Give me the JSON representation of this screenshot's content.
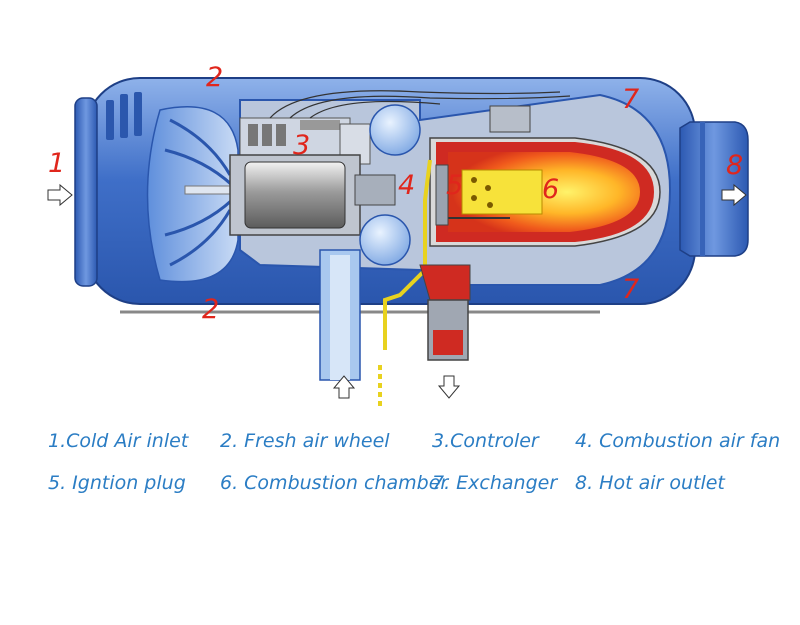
{
  "callouts": {
    "n1": "1",
    "n2_top": "2",
    "n2_bottom": "2",
    "n3": "3",
    "n4": "4",
    "n5": "5",
    "n6": "6",
    "n7_top": "7",
    "n7_bottom": "7",
    "n8": "8"
  },
  "legend": [
    "1.Cold Air inlet",
    "2. Fresh air wheel",
    "3.Controler",
    "4. Combustion air fan",
    "5. Igntion plug",
    "6. Combustion chamber",
    "7. Exchanger",
    "8. Hot air outlet"
  ],
  "colors": {
    "callout": "#e0261c",
    "legend_text": "#2b7dc4",
    "housing": "#3f72c9",
    "flame_core": "#f7e23a"
  }
}
